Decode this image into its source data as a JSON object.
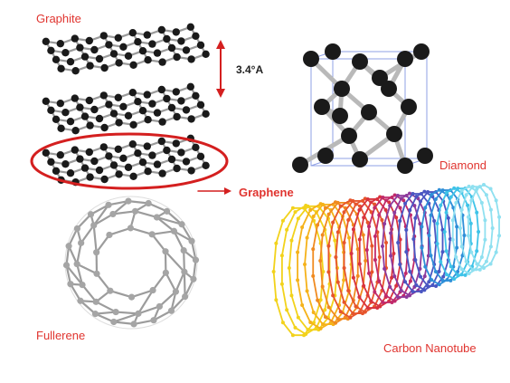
{
  "labels": {
    "graphite": "Graphite",
    "spacing": "3.4°A",
    "graphene": "Graphene",
    "diamond": "Diamond",
    "fullerene": "Fullerene",
    "nanotube": "Carbon Nanotube"
  },
  "colors": {
    "label_red": "#e0342f",
    "atom_black": "#1a1a1a",
    "bond_gray": "#9a9a9a",
    "highlight_red": "#d41f1f",
    "cube_blue": "#8fa0e6",
    "fullerene_gray": "#9c9c9c"
  },
  "icons": {
    "graphite": "graphite-layers-illustration",
    "diamond": "diamond-lattice-illustration",
    "fullerene": "fullerene-cage-illustration",
    "nanotube": "carbon-nanotube-illustration"
  }
}
